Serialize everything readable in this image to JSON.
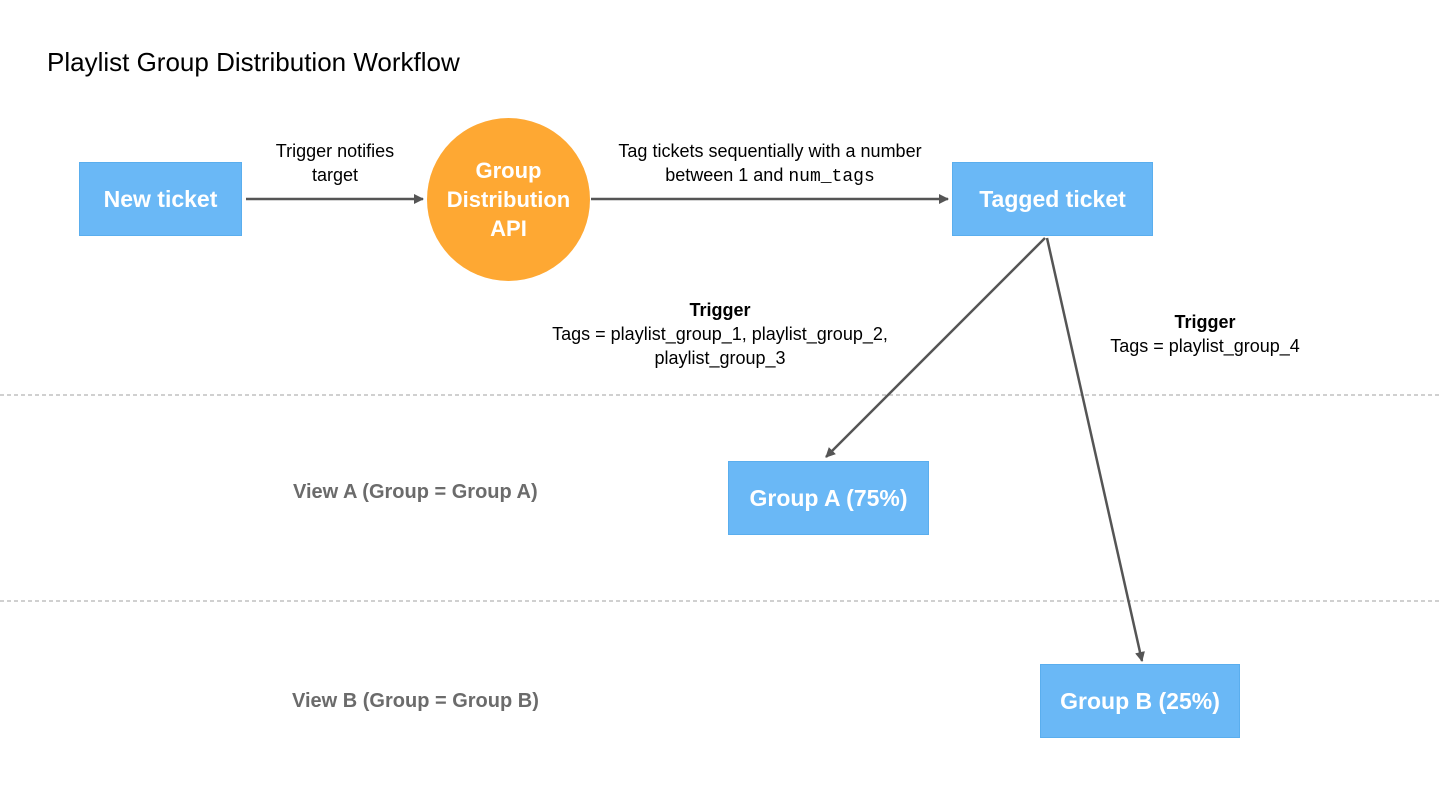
{
  "title": "Playlist Group Distribution Workflow",
  "nodes": {
    "new_ticket": "New ticket",
    "api_line1": "Group",
    "api_line2": "Distribution",
    "api_line3": "API",
    "tagged_ticket": "Tagged ticket",
    "group_a": "Group A (75%)",
    "group_b": "Group B (25%)"
  },
  "edges": {
    "trigger_notifies_line1": "Trigger notifies",
    "trigger_notifies_line2": "target",
    "tag_line1": "Tag tickets sequentially with a number",
    "tag_line2_prefix": "between 1 and ",
    "tag_line2_code": "num_tags",
    "trigger_a_heading": "Trigger",
    "trigger_a_line1": "Tags = playlist_group_1, playlist_group_2,",
    "trigger_a_line2": "playlist_group_3",
    "trigger_b_heading": "Trigger",
    "trigger_b_line1": "Tags = playlist_group_4"
  },
  "lanes": {
    "view_a": "View A (Group = Group A)",
    "view_b": "View B (Group = Group B)"
  },
  "colors": {
    "box_fill": "#6ab8f6",
    "api_fill": "#fea833",
    "arrow": "#555555",
    "divider": "#b5b5b5",
    "lane_text": "#6b6b6b"
  }
}
